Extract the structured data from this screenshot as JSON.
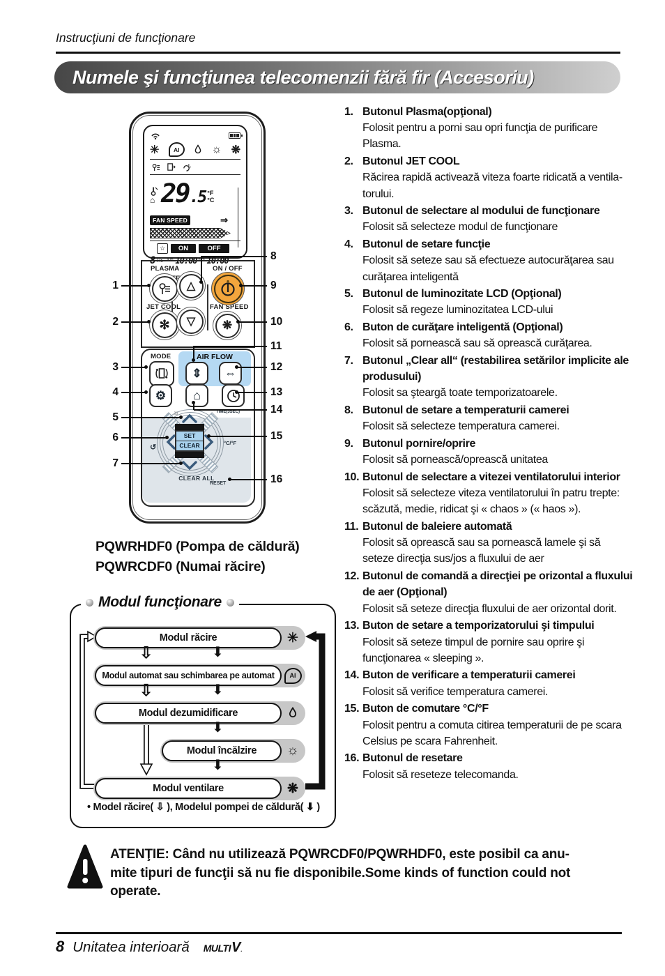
{
  "header": {
    "breadcrumb": "Instrucţiuni de funcţionare",
    "title": "Numele şi funcţiunea telecomenzii fără fir (Accesoriu)"
  },
  "remote": {
    "lcd": {
      "temp_main": "29",
      "temp_dec": ".5",
      "unit_f": "°F",
      "unit_c": "°C",
      "fan_speed": "FAN SPEED",
      "fan_arrow": "⇒",
      "star": "☆",
      "on": "ON",
      "off": "OFF",
      "hr": "8",
      "hr_label": "Hr.",
      "am": "a.m.",
      "time1": "10:00",
      "pm": "p.m.",
      "time2": "10:00",
      "icons": {
        "snowflake": "✳",
        "ai": "AI",
        "sun": "☼",
        "fan": "❋",
        "house": "⌂"
      }
    },
    "labels": {
      "plasma": "PLASMA",
      "temp": "TEMP",
      "on_off": "ON / OFF",
      "jet_cool": "JET COOL",
      "fan_speed": "FAN SPEED",
      "mode": "MODE",
      "air_flow": "AIR FLOW",
      "time3sec": "TIME(3SEC)",
      "set": "SET",
      "clear": "CLEAR",
      "clear_all": "CLEAR ALL",
      "reset": "RESET",
      "c_f": "°C/°F"
    },
    "button_glyphs": {
      "temp_up": "△",
      "temp_down": "▽",
      "jet_cool": "✻",
      "fan": "❋",
      "air_updown": "⇕",
      "air_leftright": "⇔",
      "gear": "⚙",
      "house": "⌂",
      "lamp": "☼",
      "swirl": "↺"
    },
    "callouts": {
      "left": [
        "1",
        "2",
        "3",
        "4",
        "5",
        "6",
        "7"
      ],
      "right": [
        "8",
        "9",
        "10",
        "11",
        "12",
        "13",
        "14",
        "15",
        "16"
      ]
    }
  },
  "models": {
    "line1": "PQWRHDF0 (Pompa de căldură)",
    "line2": "PQWRCDF0 (Numai răcire)"
  },
  "mode_box": {
    "title": "Modul funcţionare",
    "modes": [
      {
        "label": "Modul răcire",
        "icon": "snowflake-icon",
        "glyph": "✳"
      },
      {
        "label": "Modul automat sau schimbarea pe automat",
        "icon": "ai-icon",
        "glyph": "AI"
      },
      {
        "label": "Modul dezumidificare",
        "icon": "droplet-icon",
        "glyph": ""
      },
      {
        "label": "Modul încălzire",
        "icon": "sun-icon",
        "glyph": "☼"
      },
      {
        "label": "Modul ventilare",
        "icon": "fan-icon",
        "glyph": "❋"
      }
    ],
    "arrow_outline": "⇩",
    "arrow_filled": "⬇",
    "legend": "• Model răcire( ⇩ ), Modelul pompei de căldură( ⬇ )"
  },
  "descriptions": [
    {
      "num": "1.",
      "title": "Butonul Plasma(opţional)",
      "body": "Folosit pentru a porni sau opri funcţia de purificare Plasma."
    },
    {
      "num": "2.",
      "title": "Butonul JET COOL",
      "body": "Răcirea rapidă activează viteza foarte ridicată a ventila­torului."
    },
    {
      "num": "3.",
      "title": "Butonul de selectare al modului de funcţionare",
      "body": "Folosit să selecteze modul de funcţionare"
    },
    {
      "num": "4.",
      "title": "Butonul de setare funcţie",
      "body": "Folosit să seteze sau să efectueze autocurăţarea sau curăţarea inteligentă"
    },
    {
      "num": "5.",
      "title": "Butonul de luminozitate LCD (Opţional)",
      "body": "Folosit să regeze luminozitatea LCD-ului"
    },
    {
      "num": "6.",
      "title": "Buton de curăţare inteligentă (Opţional)",
      "body": "Folosit să pornească sau să oprească curăţarea."
    },
    {
      "num": "7.",
      "title": "Butonul „Clear all“ (restabilirea setărilor implicite ale produsului)",
      "body": "Folosit sa şteargă toate temporizatoarele."
    },
    {
      "num": "8.",
      "title": "Butonul de setare a temperaturii camerei",
      "body": "Folosit să selecteze temperatura camerei."
    },
    {
      "num": "9.",
      "title": "Butonul pornire/oprire",
      "body": "Folosit să pornească/oprească unitatea"
    },
    {
      "num": "10.",
      "title": "Butonul de selectare a vitezei ventilatorului interior",
      "body": "Folosit să selecteze viteza ventilatorului în patru trep­te: scăzută, medie, ridicat şi « chaos » (« haos »)."
    },
    {
      "num": "11.",
      "title": "Butonul de baleiere automată",
      "body": "Folosit să oprească sau sa pornească lamele şi să seteze direcţia sus/jos a fluxului de aer"
    },
    {
      "num": "12.",
      "title": "Butonul de comandă a direcţiei pe orizontal a flu­xului de aer (Opţional)",
      "body": "Folosit să seteze direcţia fluxului de aer orizontal dorit."
    },
    {
      "num": "13.",
      "title": "Buton de setare a temporizatorului şi timpului",
      "body": "Folosit să seteze timpul de pornire sau oprire şi funcţionarea « sleeping »."
    },
    {
      "num": "14.",
      "title": "Buton de verificare a temperaturii camerei",
      "body": "Folosit să verifice temperatura camerei."
    },
    {
      "num": "15.",
      "title": "Buton de comutare °C/°F",
      "body": "Folosit pentru a comuta citirea temperaturii de pe scara Celsius pe scara Fahrenheit."
    },
    {
      "num": "16.",
      "title": "Butonul de resetare",
      "body": "Folosit să reseteze telecomanda."
    }
  ],
  "warning": {
    "lines": [
      "ATENŢIE: Când nu utilizează PQWRCDF0/PQWRHDF0, este posibil ca anu-",
      "mite tipuri de funcţii să nu fie disponibile.Some kinds of function could not",
      "operate."
    ]
  },
  "footer": {
    "page_number": "8",
    "text": "Unitatea interioară",
    "brand": "MULTI",
    "brand_v": "V",
    "brand_dot": "."
  }
}
